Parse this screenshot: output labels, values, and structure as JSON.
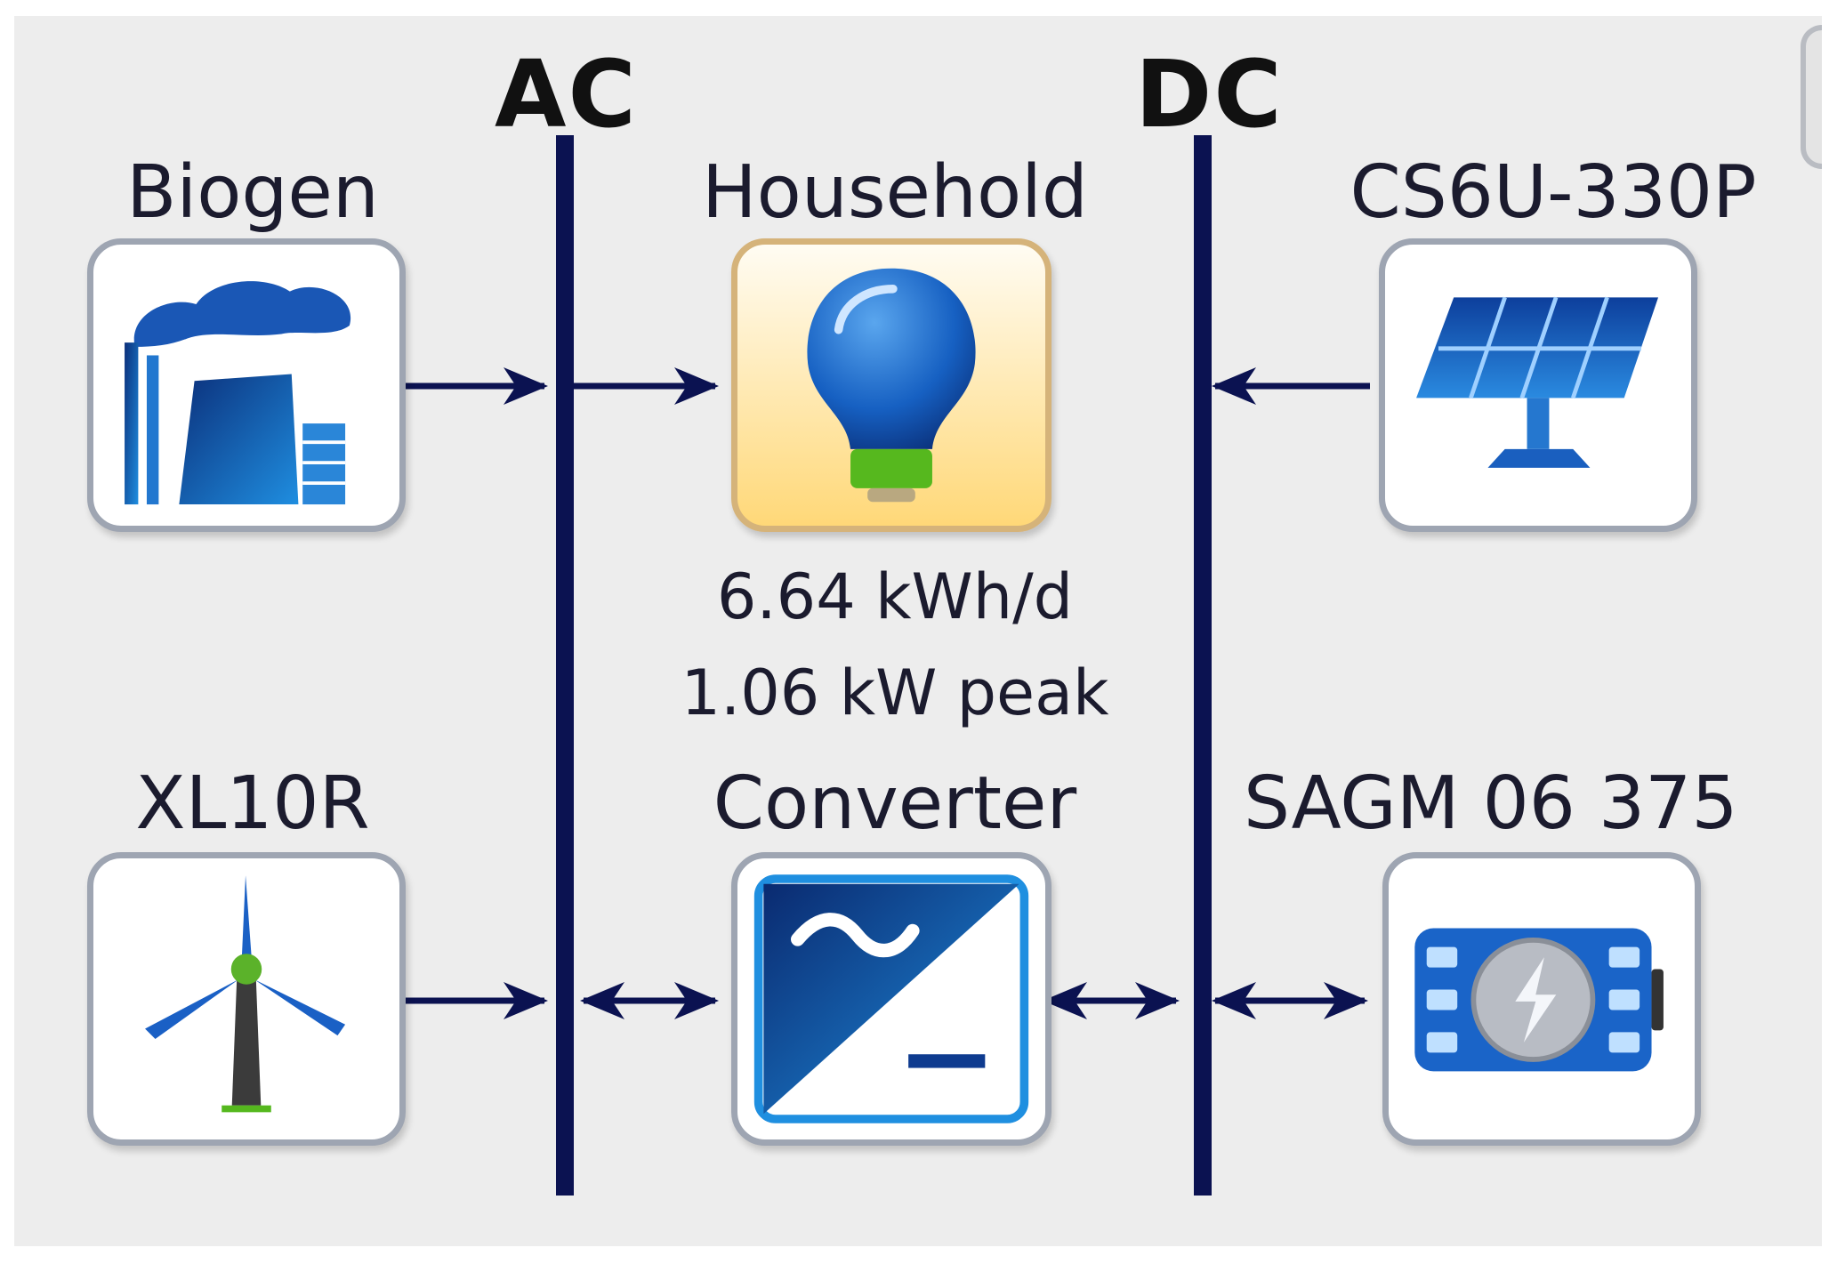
{
  "buses": {
    "ac": {
      "label": "AC"
    },
    "dc": {
      "label": "DC"
    }
  },
  "components": {
    "biogen": {
      "label": "Biogen",
      "icon": "biogas-plant-icon",
      "bus": "AC",
      "flow": "to-bus"
    },
    "household": {
      "label": "Household",
      "icon": "light-bulb-icon",
      "bus": "AC",
      "flow": "from-bus",
      "daily_energy": "6.64 kWh/d",
      "peak": "1.06 kW peak"
    },
    "pv": {
      "label": "CS6U-330P",
      "icon": "solar-panel-icon",
      "bus": "DC",
      "flow": "to-bus"
    },
    "wind": {
      "label": "XL10R",
      "icon": "wind-turbine-icon",
      "bus": "AC",
      "flow": "to-bus"
    },
    "converter": {
      "label": "Converter",
      "icon": "inverter-icon",
      "bus": "AC/DC",
      "flow": "bidirectional"
    },
    "battery": {
      "label": "SAGM 06 375",
      "icon": "battery-icon",
      "bus": "DC",
      "flow": "bidirectional"
    }
  },
  "colors": {
    "bus": "#0b1251",
    "icon_blue": "#1464c0",
    "load_fill": "#ffd878",
    "background": "#ededed"
  }
}
